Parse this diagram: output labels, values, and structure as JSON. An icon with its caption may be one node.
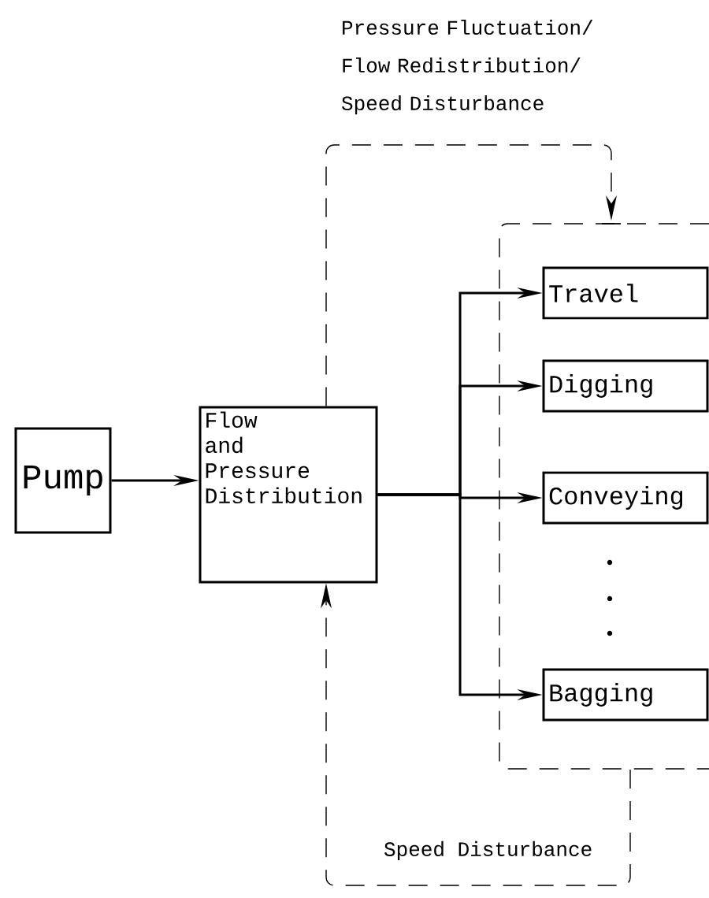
{
  "diagram": {
    "nodes": [
      {
        "text": [
          "Pump"
        ]
      },
      {
        "text": [
          "Flow and Pressure Distribution"
        ]
      },
      {
        "text": [],
        "shape": "box"
      },
      {
        "text": [
          "Travel"
        ],
        "in": 2
      },
      {
        "text": [
          "Digging"
        ],
        "in": 2
      },
      {
        "text": [
          "Conveying"
        ],
        "in": 2
      },
      {
        "text": [
          "Bagging"
        ],
        "in": 2
      }
    ],
    "edges": [
      {
        "from": 0,
        "to": 1,
        "arrow": "to"
      },
      {
        "from": 1,
        "to": 3,
        "arrow": "to"
      },
      {
        "from": 1,
        "to": 4,
        "arrow": "to"
      },
      {
        "from": 1,
        "to": 5,
        "arrow": "to"
      },
      {
        "from": 1,
        "to": 6,
        "arrow": "to"
      },
      {
        "from": 1,
        "to": 2,
        "arrow": "to",
        "style": "dashed",
        "label": "Pressure Fluctuation/ Flow Redistribution/ Speed Disturbance"
      },
      {
        "from": 2,
        "to": 1,
        "arrow": "to",
        "style": "dashed",
        "label": "Speed Disturbance"
      }
    ]
  }
}
